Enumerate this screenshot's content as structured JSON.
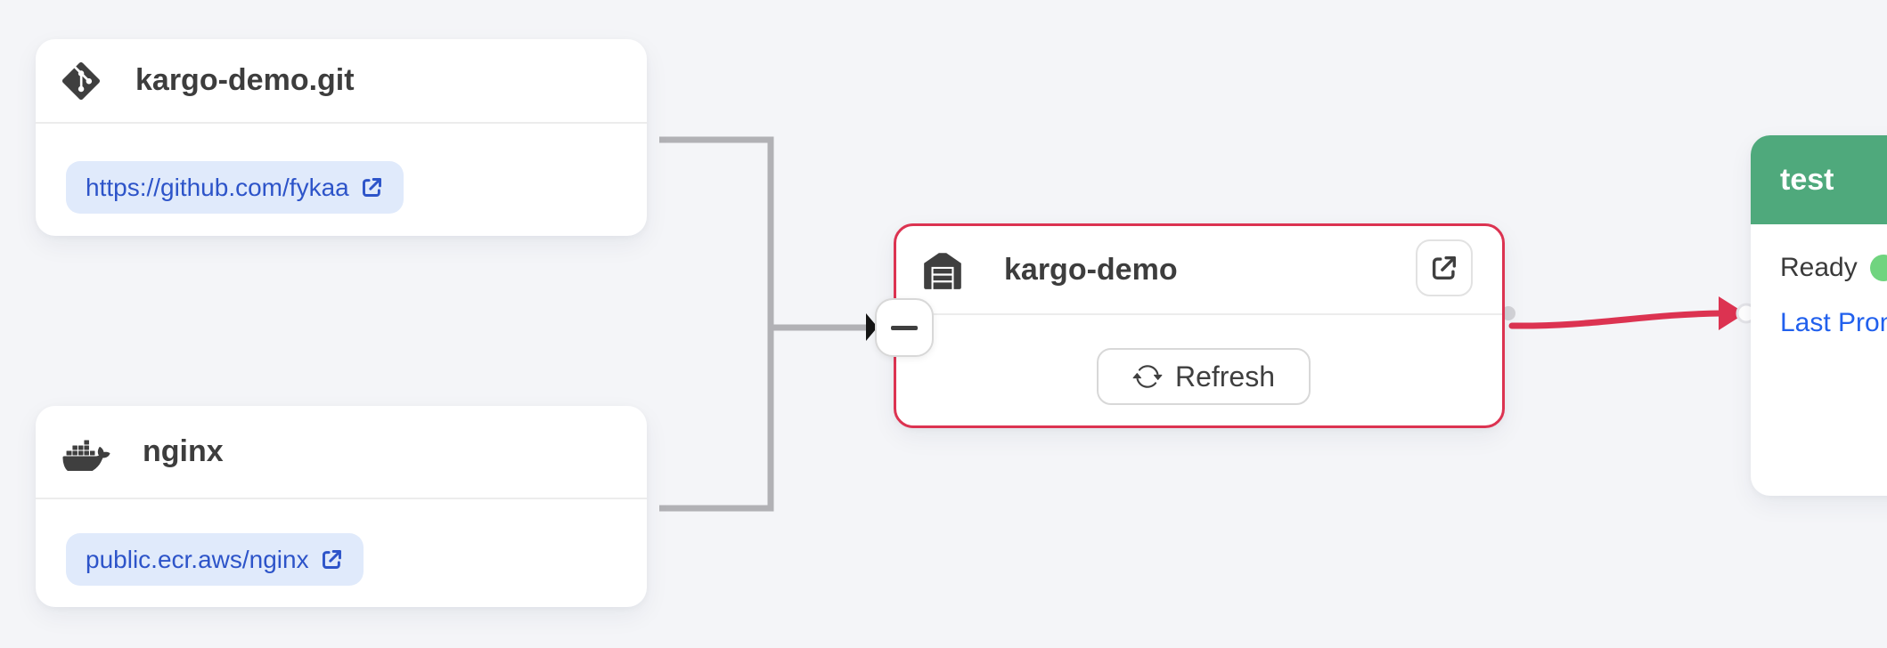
{
  "page": {
    "background": "#f4f5f8"
  },
  "colors": {
    "card_bg": "#ffffff",
    "title_text": "#3d3d3d",
    "divider": "#ececec",
    "chip_bg": "#e0eafb",
    "chip_text": "#2d54c9",
    "connector_gray": "#b1b1b5",
    "connector_arrow_black": "#151515",
    "warehouse_border_red": "#dc3351",
    "promotion_edge_red": "#dc3351",
    "stage_header_green": "#4fa97c",
    "status_dot_green": "#70d47f",
    "promo_link_blue": "#2160ed"
  },
  "repo_git": {
    "title": "kargo-demo.git",
    "url_label": "https://github.com/fykaa"
  },
  "repo_image": {
    "title": "nginx",
    "url_label": "public.ecr.aws/nginx"
  },
  "warehouse": {
    "title": "kargo-demo",
    "refresh_label": "Refresh"
  },
  "stage": {
    "title": "test",
    "status_label": "Ready",
    "last_promotion_label": "Last Promo"
  },
  "controls": {
    "collapse_glyph": "−"
  },
  "icons": {
    "git": "git-diamond-logo",
    "docker": "docker-whale-logo",
    "warehouse": "garage-warehouse",
    "external_link": "box-arrow-out",
    "refresh": "circular-arrows",
    "status_dot": "green-circle",
    "collapse": "minus"
  }
}
